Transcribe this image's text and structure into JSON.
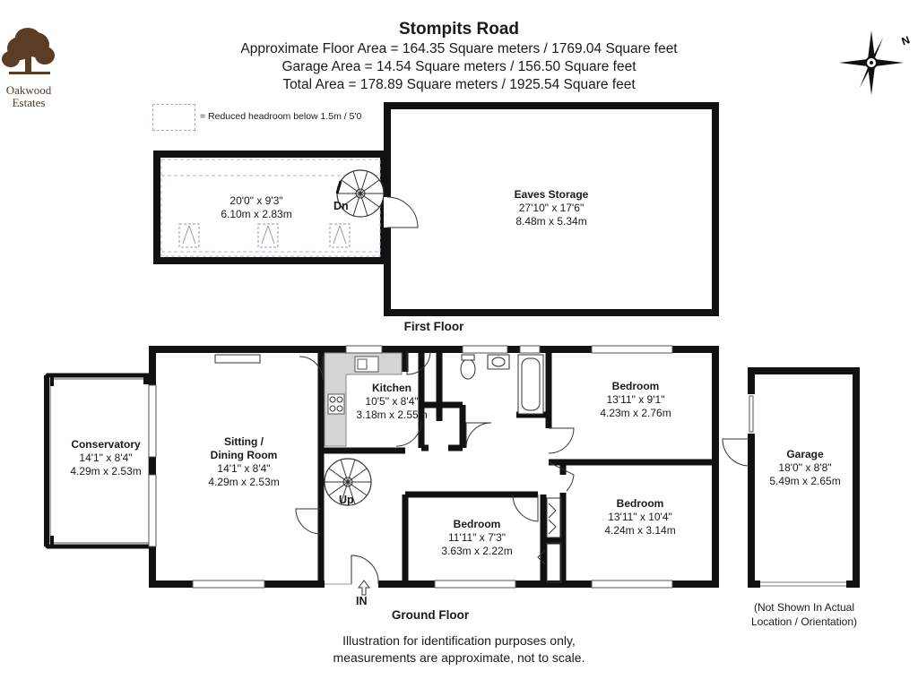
{
  "header": {
    "title": "Stompits Road",
    "floor_area": "Approximate Floor Area = 164.35 Square meters / 1769.04 Square feet",
    "garage_area": "Garage Area = 14.54 Square meters / 156.50 Square feet",
    "total_area": "Total Area = 178.89 Square meters / 1925.54 Square feet"
  },
  "logo": {
    "line1": "Oakwood",
    "line2": "Estates"
  },
  "legend": {
    "text": "= Reduced headroom below 1.5m / 5'0"
  },
  "first_floor": {
    "label": "First Floor",
    "landing": {
      "imperial": "20'0\" x 9'3\"",
      "metric": "6.10m x 2.83m"
    },
    "stairs_label": "Dn",
    "eaves": {
      "name": "Eaves Storage",
      "imperial": "27'10\" x 17'6\"",
      "metric": "8.48m x 5.34m"
    }
  },
  "ground_floor": {
    "label": "Ground Floor",
    "entrance": "IN",
    "stairs_label": "Up",
    "conservatory": {
      "name": "Conservatory",
      "imperial": "14'1\" x 8'4\"",
      "metric": "4.29m x 2.53m"
    },
    "sitting": {
      "name1": "Sitting /",
      "name2": "Dining Room",
      "imperial": "14'1\" x 8'4\"",
      "metric": "4.29m x 2.53m"
    },
    "kitchen": {
      "name": "Kitchen",
      "imperial": "10'5\" x 8'4\"",
      "metric": "3.18m x 2.55m"
    },
    "bedroom1": {
      "name": "Bedroom",
      "imperial": "13'11\" x 9'1\"",
      "metric": "4.23m x 2.76m"
    },
    "bedroom2": {
      "name": "Bedroom",
      "imperial": "13'11\" x 10'4\"",
      "metric": "4.24m x 3.14m"
    },
    "bedroom3": {
      "name": "Bedroom",
      "imperial": "11'11\" x 7'3\"",
      "metric": "3.63m x 2.22m"
    }
  },
  "garage": {
    "name": "Garage",
    "imperial": "18'0\" x 8'8\"",
    "metric": "5.49m x 2.65m",
    "note1": "(Not Shown In Actual",
    "note2": "Location / Orientation)"
  },
  "disclaimer": {
    "line1": "Illustration for identification purposes only,",
    "line2": "measurements are approximate, not to scale."
  }
}
